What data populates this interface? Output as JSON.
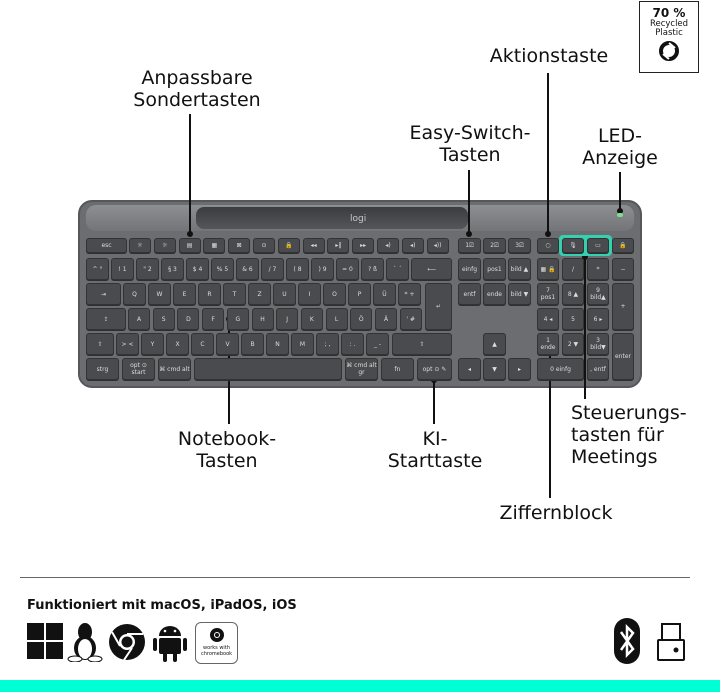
{
  "badge": {
    "percent": "70 %",
    "line1": "Recycled",
    "line2": "Plastic",
    "icon": "recycle-arrows-icon"
  },
  "keyboard": {
    "logo": "logi",
    "keys": [
      "esc",
      "☼",
      "☼",
      "▤",
      "▦",
      "⊠",
      "⊙",
      "🔒",
      "◂◂",
      "▸‖",
      "▸▸",
      "◂)",
      "◂)",
      "◂))",
      "1⎚",
      "2⎚",
      "3⎚",
      "○",
      "🎙",
      "▭",
      "🔒",
      "^ °",
      "! 1",
      "\" 2",
      "§ 3",
      "$ 4",
      "% 5",
      "& 6",
      "/ 7",
      "( 8",
      ") 9",
      "= 0",
      "? ß",
      "` ´",
      "⟵",
      "einfg",
      "pos1",
      "bild ▲",
      "▦ 🔒",
      "/",
      "*",
      "−",
      "⇥",
      "Q",
      "W",
      "E",
      "R",
      "T",
      "Z",
      "U",
      "I",
      "O",
      "P",
      "Ü",
      "* +",
      "↵",
      "entf",
      "ende",
      "bild ▼",
      "7 pos1",
      "8 ▲",
      "9 bild▲",
      "+",
      "⇪",
      "A",
      "S",
      "D",
      "F",
      "G",
      "H",
      "J",
      "K",
      "L",
      "Ö",
      "Ä",
      "' #",
      "4 ◂",
      "5",
      "6 ▸",
      "⇧",
      "> <",
      "Y",
      "X",
      "C",
      "V",
      "B",
      "N",
      "M",
      "; ,",
      ": .",
      "_ -",
      "⇧",
      "▲",
      "1 ende",
      "2 ▼",
      "3 bild▼",
      "enter",
      "strg",
      "opt ⊙ start",
      "⌘ cmd alt",
      "",
      "⌘ cmd alt gr",
      "fn",
      "opt ⊙ ✎",
      "◂",
      "▼",
      "▸",
      "0 einfg",
      ", entf"
    ]
  },
  "callouts": {
    "custom_keys": [
      "Anpassbare",
      "Sondertasten"
    ],
    "action_key": "Aktionstaste",
    "easy_switch": [
      "Easy-Switch-",
      "Tasten"
    ],
    "led": [
      "LED-",
      "Anzeige"
    ],
    "notebook_keys": [
      "Notebook-",
      "Tasten"
    ],
    "ai_key": [
      "KI-",
      "Starttaste"
    ],
    "numpad": "Ziffernblock",
    "meeting_keys": [
      "Steuerungs-",
      "tasten für",
      "Meetings"
    ]
  },
  "compatibility": {
    "text": "Funktioniert mit macOS, iPadOS, iOS",
    "icons": [
      "windows-icon",
      "linux-icon",
      "chrome-icon",
      "android-icon",
      "works-with-chromebook-icon"
    ],
    "chromebook_badge": [
      "works with",
      "chromebook"
    ],
    "connectivity_icons": [
      "bluetooth-icon",
      "usb-receiver-icon"
    ]
  },
  "colors": {
    "accent": "#00ffd4",
    "meeting_highlight": "#35d0b0",
    "keyboard": "#6b6d70",
    "keys": "#4a4b4e",
    "led": "#7de08a"
  }
}
